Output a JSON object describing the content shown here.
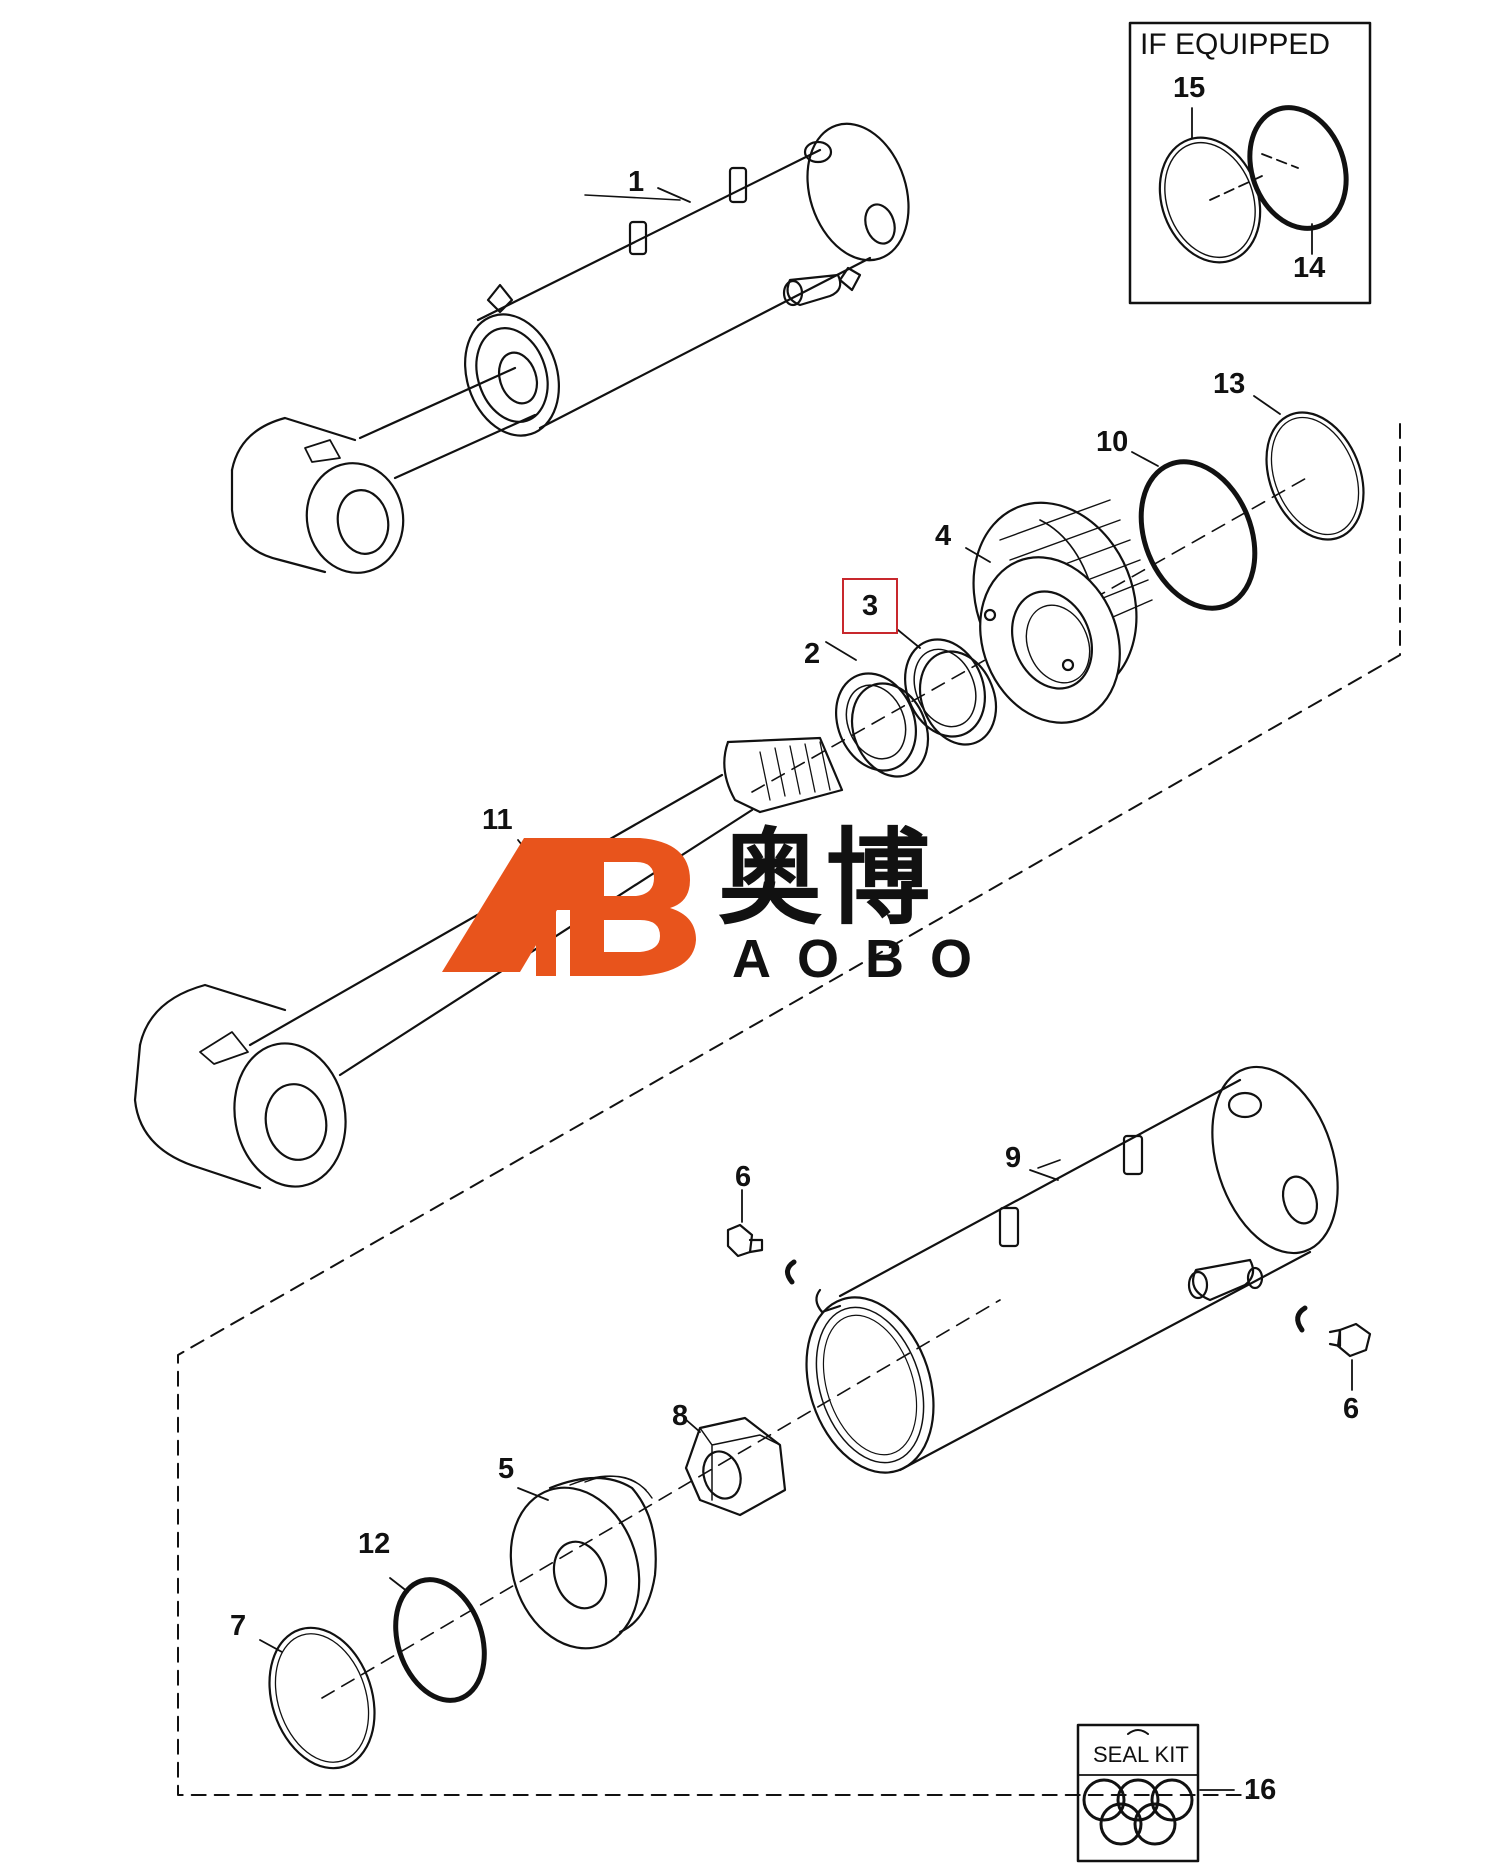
{
  "diagram": {
    "if_equipped_title": "IF EQUIPPED",
    "seal_kit_title": "SEAL KIT",
    "highlight_color": "#c8282d",
    "labels": {
      "part_1": "1",
      "part_2": "2",
      "part_3": "3",
      "part_4": "4",
      "part_5": "5",
      "part_6_left": "6",
      "part_6_right": "6",
      "part_7": "7",
      "part_8": "8",
      "part_9": "9",
      "part_10": "10",
      "part_11": "11",
      "part_12": "12",
      "part_13": "13",
      "part_14": "14",
      "part_15": "15",
      "part_16": "16"
    },
    "highlighted_part": "3"
  },
  "watermark": {
    "logo_letters": "AB",
    "chinese_name": "奥博",
    "english_name": "AOBO",
    "accent_color": "#e8541c"
  }
}
